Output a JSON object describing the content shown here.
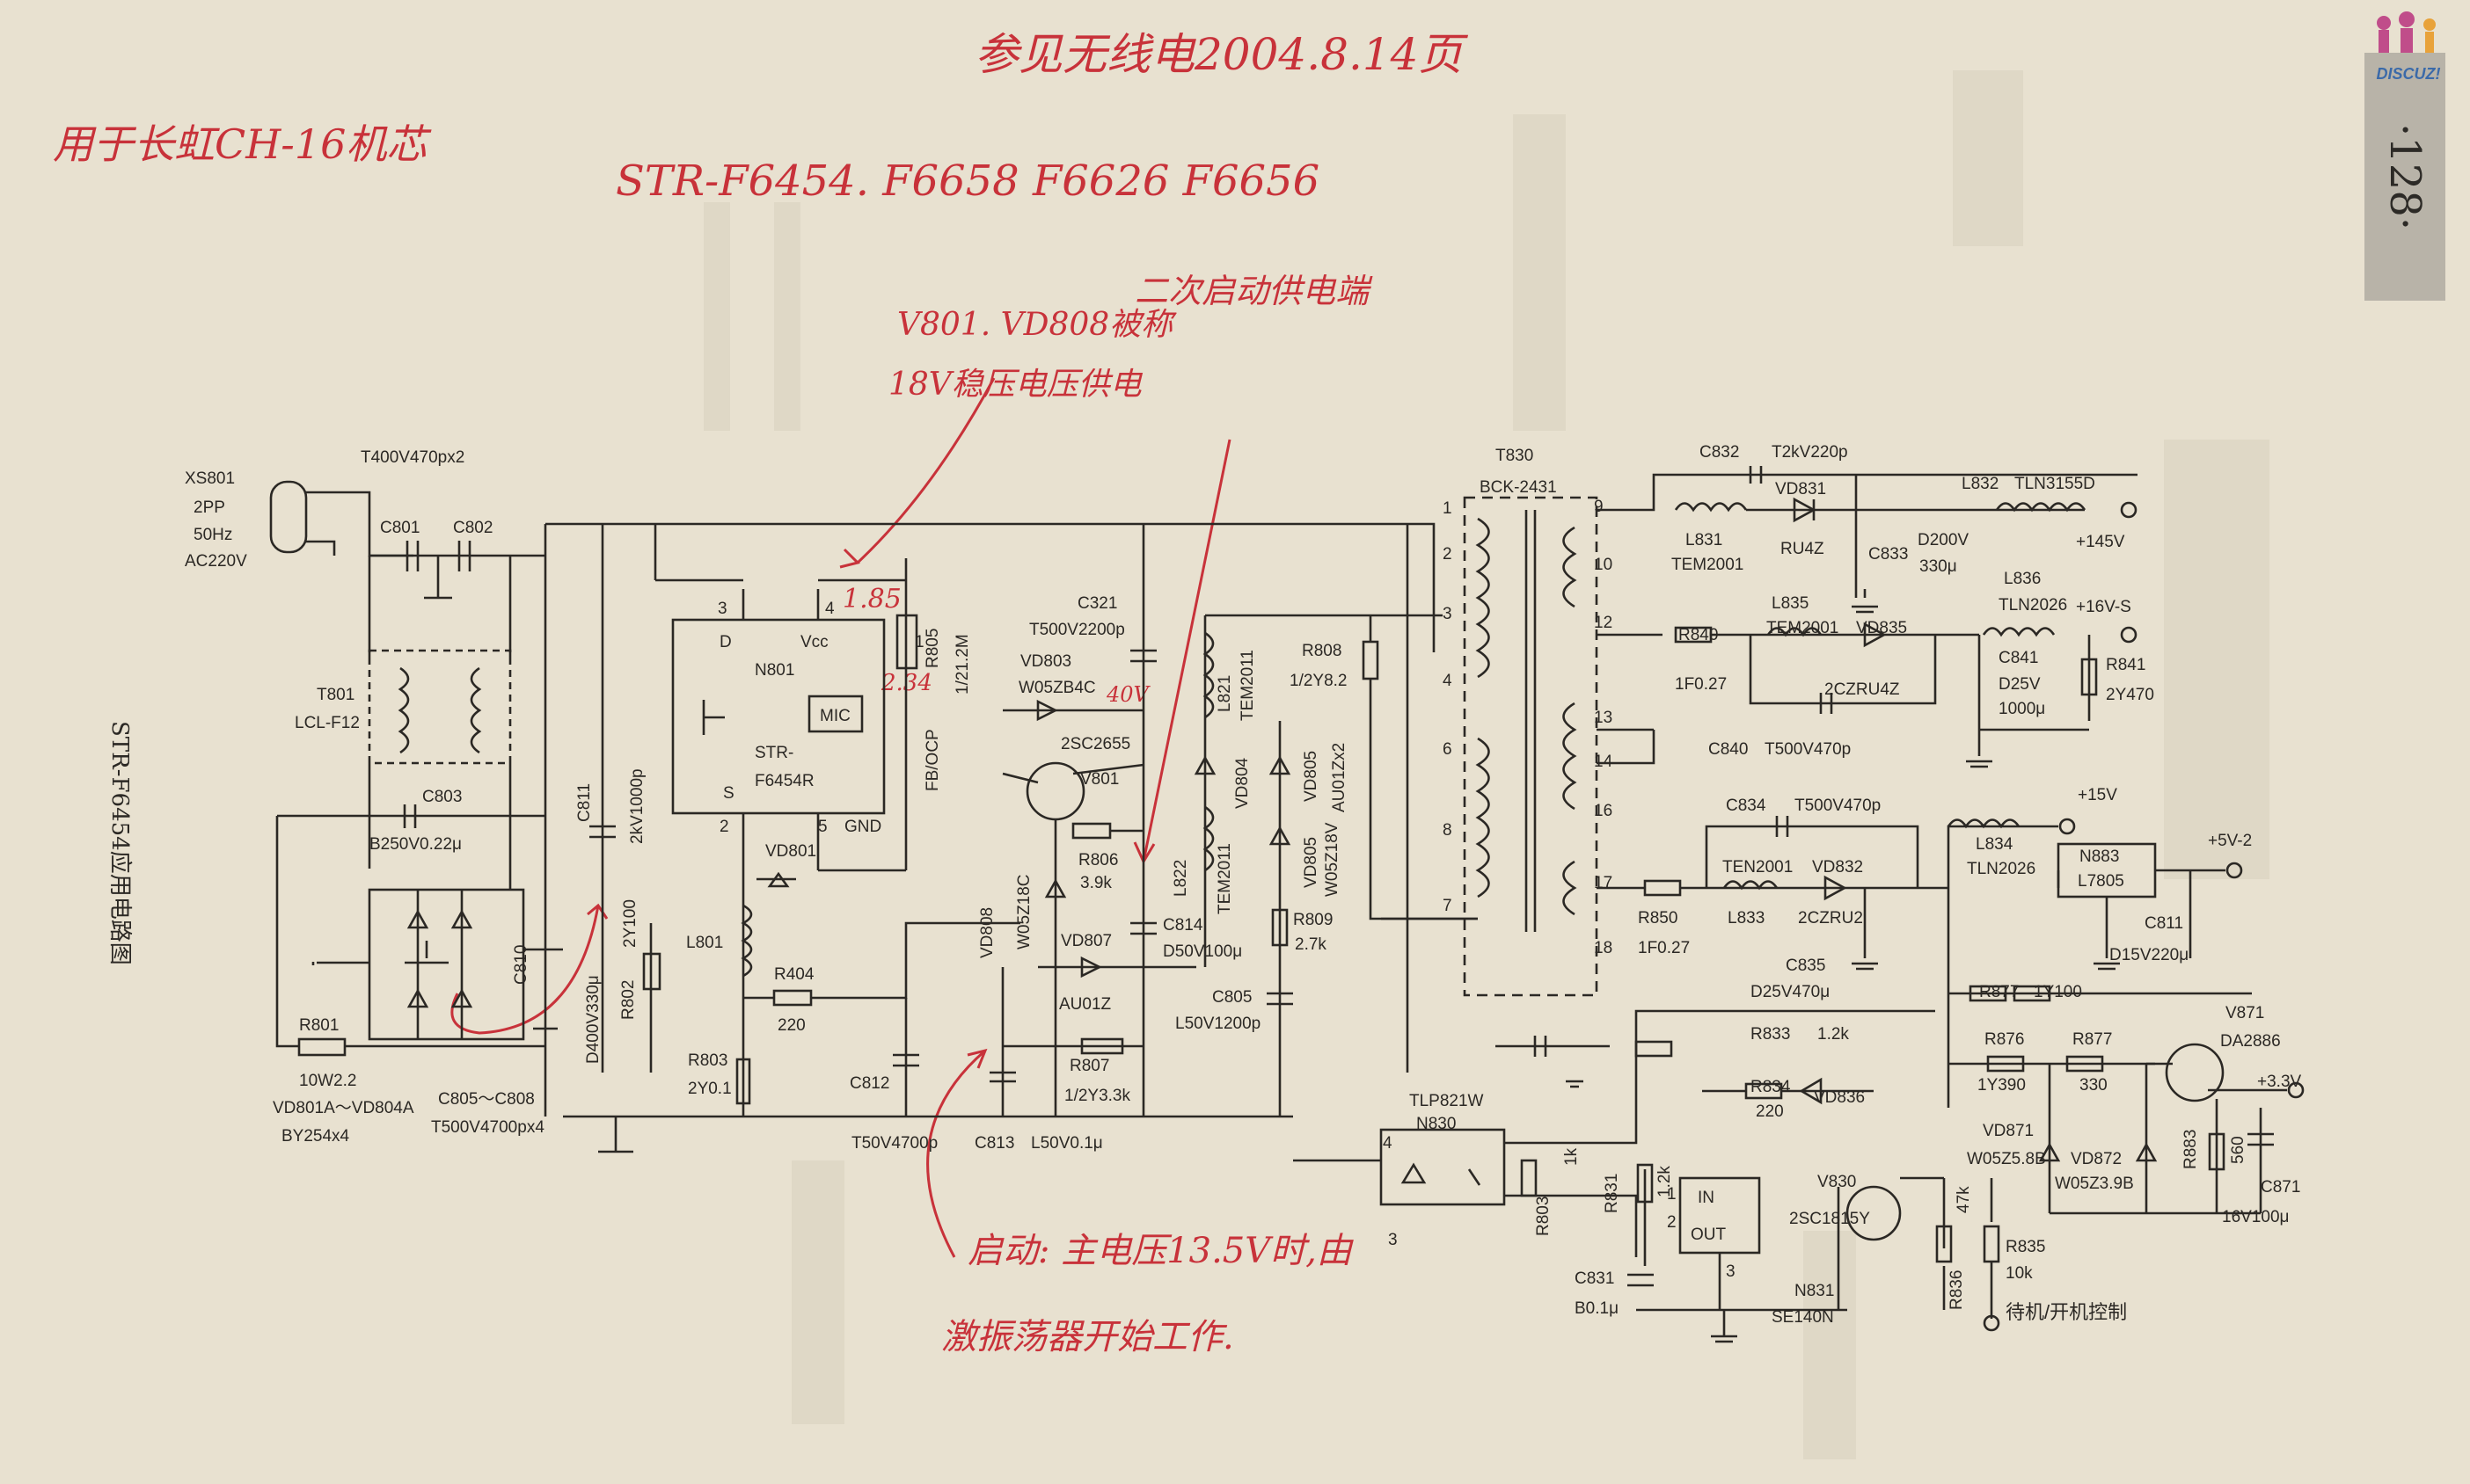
{
  "notes": {
    "top_title": "参见无线电2004.8.14页",
    "left_top": "用于长虹CH-16机芯",
    "chips": "STR-F6454.  F6658  F6626  F6656",
    "v801_line1": "V801. VD808被称",
    "v801_line2": "18V稳压电压供电",
    "secondary_start": "二次启动供电端",
    "start_line1": "启动: 主电压13.5V时,由",
    "start_line2": "激振荡器开始工作.",
    "pin4_voltage": "1.85",
    "fb_voltage": "2.34",
    "cap_voltage": "40V"
  },
  "page": {
    "number": "·128·",
    "logo": "DISCUZ!"
  },
  "diagram": {
    "caption": "STR-F6454应用电路图",
    "input": {
      "xs801": "XS801",
      "pp": "2PP",
      "freq": "50Hz",
      "ac": "AC220V",
      "t400": "T400V470px2",
      "c801": "C801",
      "c802": "C802",
      "t801": "T801",
      "lcl": "LCL-F12",
      "c803": "C803",
      "b250": "B250V0.22μ",
      "r801": "R801",
      "r801_val": "10W2.2",
      "vd801a": "VD801A～VD804A",
      "by254": "BY254x4",
      "c805_c808": "C805～C808",
      "t500v4700": "T500V4700px4",
      "c810": "C810",
      "d400": "D400V330μ",
      "c811": "C811",
      "kv1000": "2kV1000p",
      "r802": "R802",
      "r802_val": "2Y100"
    },
    "ic": {
      "p3": "3",
      "p4": "4",
      "p2": "2",
      "p5": "5",
      "d": "D",
      "vcc": "Vcc",
      "n801": "N801",
      "mic": "MIC",
      "s": "S",
      "str": "STR-",
      "f6454r": "F6454R",
      "gnd": "GND",
      "fbocp": "FB/OCP",
      "p1": "1",
      "vd801": "VD801",
      "l801": "L801",
      "r404": "R404",
      "r404_val": "220",
      "r803": "R803",
      "r803_val": "2Y0.1",
      "c812": "C812",
      "t50v4700p": "T50V4700p",
      "c813": "C813",
      "l50v": "L50V0.1μ",
      "r805": "R805",
      "r805_val": "1/21.2M"
    },
    "mid": {
      "c321": "C321",
      "t500v2200p": "T500V2200p",
      "vd803": "VD803",
      "w05zb4c": "W05ZB4C",
      "q2sc2655": "2SC2655",
      "v801": "V801",
      "r806": "R806",
      "r806_val": "3.9k",
      "vd808": "VD808",
      "w05z18c": "W05Z18C",
      "vd807": "VD807",
      "au01z": "AU01Z",
      "r807": "R807",
      "r807_val": "1/2Y3.3k",
      "l821": "L821",
      "tem2011_a": "TEM2011",
      "l822": "L822",
      "tem2011_b": "TEM2011",
      "vd804": "VD804",
      "c814": "C814",
      "d50v100": "D50V100μ",
      "vd805": "VD805",
      "au01zx2": "AU01Zx2",
      "vd805b": "VD805",
      "w05z18v": "W05Z18V",
      "r808": "R808",
      "r808_val": "1/2Y8.2",
      "r809": "R809",
      "r809_val": "2.7k",
      "c805": "C805",
      "l50v1200p": "L50V1200p"
    },
    "transformer": {
      "t830": "T830",
      "bck": "BCK-2431",
      "pins": [
        "1",
        "2",
        "3",
        "4",
        "6",
        "8",
        "7",
        "9",
        "10",
        "12",
        "13",
        "14",
        "16",
        "17",
        "18"
      ]
    },
    "secondary": {
      "c832": "C832",
      "t2kv": "T2kV220p",
      "l831": "L831",
      "tem2001_a": "TEM2001",
      "vd831": "VD831",
      "ru4z": "RU4Z",
      "c833": "C833",
      "d200v": "D200V",
      "u330": "330μ",
      "l832": "L832",
      "tln3155d": "TLN3155D",
      "v145": "+145V",
      "l835": "L835",
      "tem2001_b": "TEM2001",
      "vd835": "VD835",
      "r840": "R840",
      "fo27a": "1F0.27",
      "czru4z": "2CZRU4Z",
      "l836": "L836",
      "tln2026a": "TLN2026",
      "v16": "+16V-S",
      "c841": "C841",
      "d25v": "D25V",
      "u1000": "1000μ",
      "r841": "R841",
      "r841_val": "2Y470",
      "c840": "C840",
      "t500v470a": "T500V470p",
      "c834": "C834",
      "t500v470b": "T500V470p",
      "ten2001": "TEN2001",
      "vd832": "VD832",
      "l833": "L833",
      "czru2": "2CZRU2",
      "r850": "R850",
      "fo27b": "1F0.27",
      "c835": "C835",
      "d25v470": "D25V470μ",
      "l834": "L834",
      "tln2026b": "TLN2026",
      "v15": "+15V",
      "n883": "N883",
      "l7805": "L7805",
      "v5": "+5V-2",
      "c811b": "C811",
      "d15v220": "D15V220μ"
    },
    "control": {
      "tlp821w": "TLP821W",
      "n830": "N830",
      "p4": "4",
      "p3": "3",
      "r803": "R803",
      "r803_val": "1k",
      "r833": "R833",
      "r833_val": "1.2k",
      "r834": "R834",
      "r834_val": "220",
      "vd836": "VD836",
      "r831": "R831",
      "r831_val": "1.2k",
      "in": "IN",
      "out": "OUT",
      "p1": "1",
      "p2": "2",
      "p3b": "3",
      "c831": "C831",
      "b01": "B0.1μ",
      "n831": "N831",
      "se140n": "SE140N",
      "v830": "V830",
      "q2sc1815y": "2SC1815Y",
      "r836": "R836",
      "r836_val": "47k",
      "r835": "R835",
      "r835_val": "10k",
      "standby": "待机/开机控制",
      "r877a": "R877",
      "r877a_val": "1Y100",
      "r876": "R876",
      "r876_val": "1Y390",
      "r877b": "R877",
      "r877b_val": "330",
      "v871": "V871",
      "da2886": "DA2886",
      "v33": "+3.3V",
      "vd871": "VD871",
      "w05z58b": "W05Z5.8B",
      "vd872": "VD872",
      "w05z39b": "W05Z3.9B",
      "r883": "R883",
      "r883_val": "560",
      "c871": "C871",
      "v16v100": "16V100μ"
    }
  },
  "colors": {
    "paper": "#e8e1d0",
    "ink": "#2b2824",
    "annotation": "#c8323a",
    "page_tab": "#b8b3a8"
  }
}
